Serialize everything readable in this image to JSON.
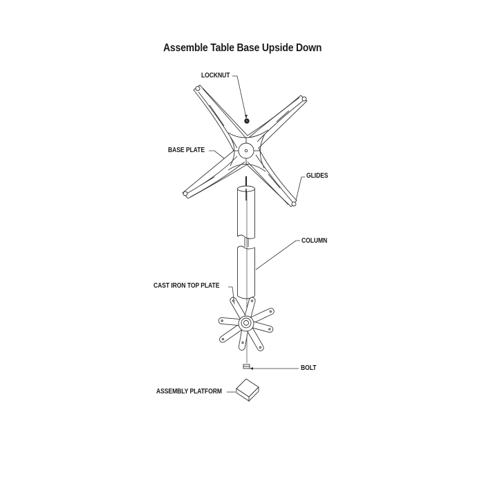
{
  "title": "Assemble Table Base Upside Down",
  "labels": {
    "locknut": "LOCKNUT",
    "base_plate": "BASE PLATE",
    "glides": "GLIDES",
    "column": "COLUMN",
    "cast_iron_top_plate": "CAST IRON TOP PLATE",
    "bolt": "BOLT",
    "assembly_platform": "ASSEMBLY PLATFORM"
  },
  "parts_order_top_to_bottom": [
    "LOCKNUT",
    "BASE PLATE",
    "GLIDES",
    "COLUMN",
    "CAST IRON TOP PLATE",
    "BOLT",
    "ASSEMBLY PLATFORM"
  ],
  "colors": {
    "line": "#333333",
    "text": "#1a1a1a",
    "background": "#ffffff"
  }
}
